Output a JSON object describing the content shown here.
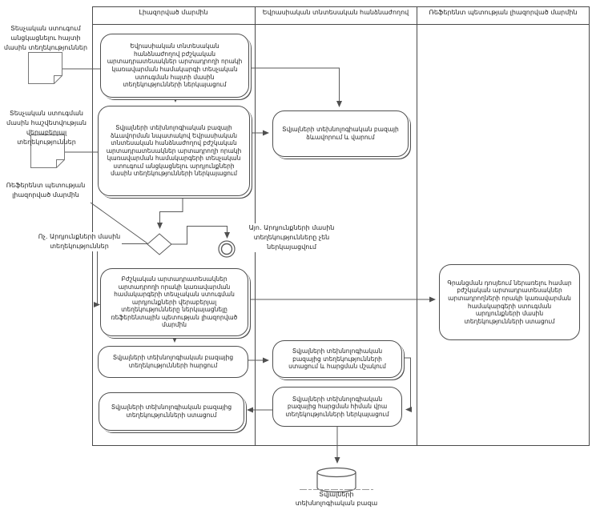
{
  "lanes": [
    {
      "title": "Լիազորված մարմին"
    },
    {
      "title": "Եվրասիական տնտեսական հանձնաժողով"
    },
    {
      "title": "Ռեֆերենտ պետության լիազորված մարմին"
    }
  ],
  "annotations": {
    "note1": "Տեսչական ստուգում անցկացնելու հայտի մասին տեղեկություններ",
    "note2": "Տեսչական ստուգման մասին հաշվետվության վերաբերյալ տեղեկություններ",
    "referent_body": "Ռեֆերենտ պետության լիազորված մարմին",
    "branch_no": "Ոչ. Արդյունքների մասին տեղեկություններ",
    "branch_yes": "Այո. Արդյունքների մասին տեղեկությունները չեն ներկայացվում"
  },
  "nodes": {
    "submit_inspection_application": "Եվրասիական տնտեսական հանձնաժողով բժշկական արտադրատեսակներ արտադրողի որակի կառավարման համակարգի տեսչական ստուգման հայտի մասին տեղեկությունների ներկայացում",
    "submit_inspection_results": "Տվյալների տեխնոլոգիական բազայի ձևավորման նպատակով Եվրասիական տնտեսական հանձնաժողով բժշկական արտադրատեսակներ արտադրողի որակի կառավարման համակարգերի տեսչական ստուգում անցկացնելու արդյունքների մասին տեղեկությունների ներկայացում",
    "db_formation_maintenance": "Տվյալների տեխնոլոգիական բազայի ձևավորում և վարում",
    "submit_results_to_referent": "Բժշկական արտադրատեսակներ արտադրողի որակի կառավարման համակարգերի տեսչական ստուգման արդյունքների վերաբերյալ տեղեկությունները ներկայացնելը ռեֆերենտային պետության լիազորված մարմին",
    "receive_results_referent": "Գրանցման դոսյեում ներառելու համար բժշկական արտադրատեսակներ արտադրողների որակի կառավարման համակարգերի ստուգման արդյունքների մասին տեղեկությունների ստացում",
    "request_info_from_db": "Տվյալների տեխնոլոգիական բազայից տեղեկությունների հարցում",
    "receive_and_process_request": "Տվյալների տեխնոլոգիական բազայից տեղեկությունների ստացում և հարցման մշակում",
    "provide_info_on_request": "Տվյալների տեխնոլոգիական բազայից հարցման հիման վրա տեղեկությունների ներկայացում",
    "receive_info_from_db": "Տվյալների տեխնոլոգիական բազայից տեղեկությունների ստացում"
  },
  "database": {
    "label": "Տվյալների տեխնոլոգիական բազա"
  },
  "colors": {
    "line": "#4f4f4f",
    "text": "#1f1f1f",
    "note_border": "#777777",
    "background": "#ffffff"
  }
}
